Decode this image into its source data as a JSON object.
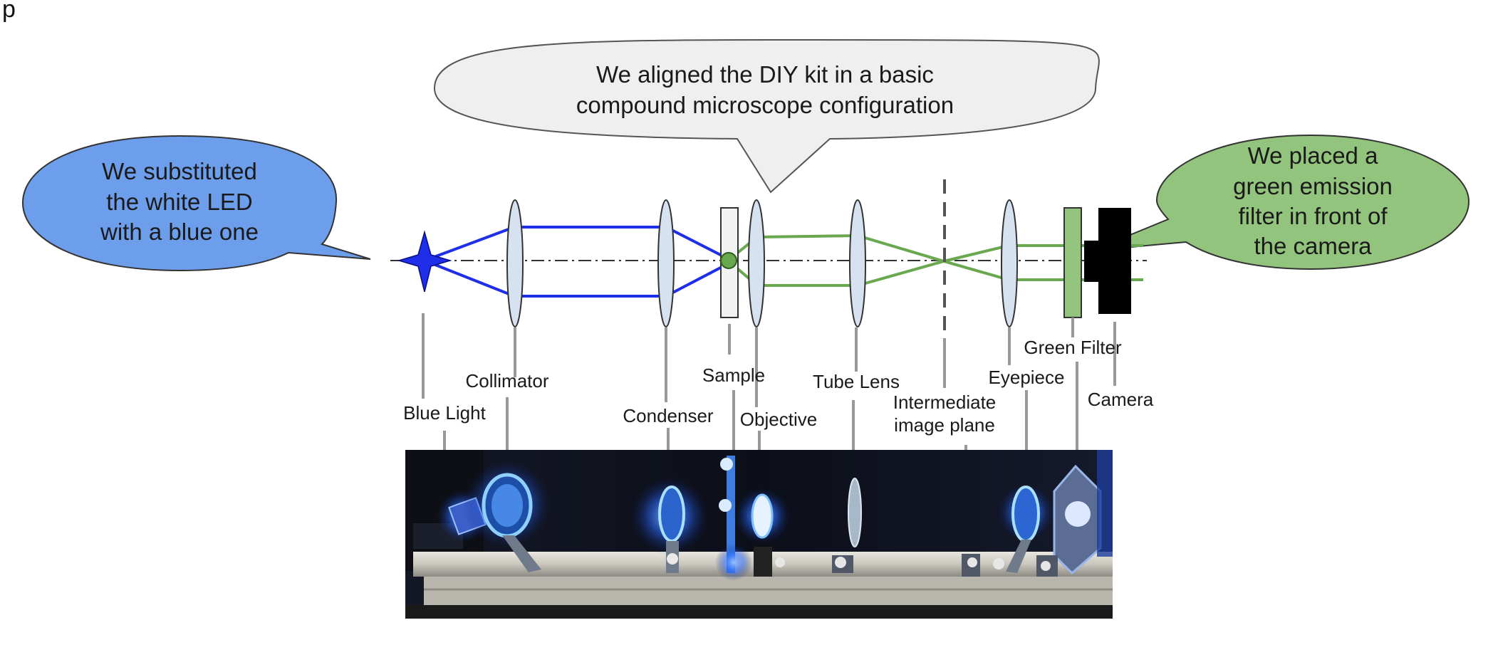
{
  "stray_character": "p",
  "callouts": {
    "top": {
      "lines": [
        "We aligned the DIY kit in a basic",
        "compound microscope configuration"
      ]
    },
    "left": {
      "lines": [
        "We substituted",
        "the white LED",
        "with a blue one"
      ]
    },
    "right": {
      "lines": [
        "We placed a",
        "green emission",
        "filter in front of",
        "the camera"
      ]
    }
  },
  "labels": {
    "blue_light": "Blue Light",
    "collimator": "Collimator",
    "condenser": "Condenser",
    "sample": "Sample",
    "objective": "Objective",
    "tube_lens": "Tube Lens",
    "intermediate": [
      "Intermediate",
      "image plane"
    ],
    "eyepiece": "Eyepiece",
    "green_filter": "Green Filter",
    "camera": "Camera"
  },
  "colors": {
    "blue_ray": "#1f2ee8",
    "green_ray": "#6aa84f",
    "left_callout": "#6d9eeb",
    "right_callout": "#93c47d",
    "top_callout": "#efefef",
    "lens_fill": "#d6e2f0",
    "leader": "#999999"
  },
  "photo": {
    "description_icon": "optical-bench-photo"
  }
}
